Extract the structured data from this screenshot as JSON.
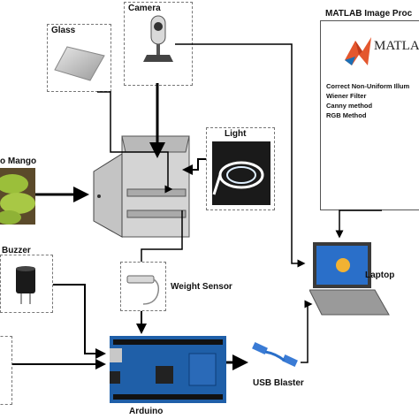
{
  "labels": {
    "glass": "Glass",
    "camera": "Camera",
    "light": "Light",
    "mango": "o Mango",
    "buzzer": "Buzzer",
    "weight_sensor": "Weight Sensor",
    "arduino": "Arduino",
    "usb_blaster": "USB Blaster",
    "laptop": "Laptop"
  },
  "matlab": {
    "title": "MATLAB Image Proc",
    "logo_text": "MATLA",
    "steps": [
      "Correct Non-Uniform Illum",
      "Wiener Filter",
      "Canny method",
      "RGB Method"
    ]
  },
  "colors": {
    "arrow": "#000000",
    "dash_border": "#777777",
    "mango_green": "#9bbf3a",
    "arduino_blue": "#1f5fa8",
    "laptop_screen": "#2a6fc9",
    "matlab_orange": "#e4572e"
  }
}
